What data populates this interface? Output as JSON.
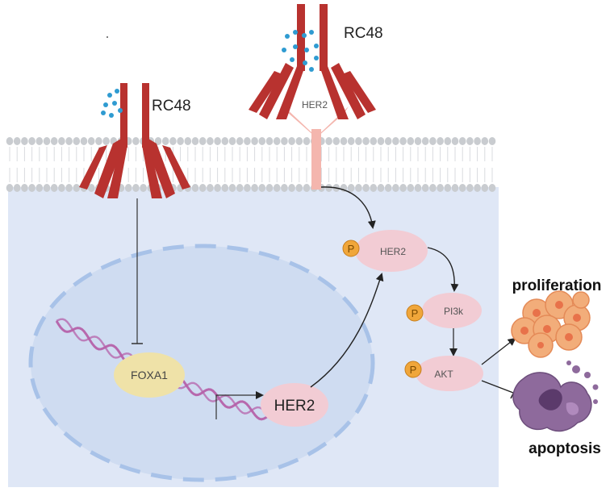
{
  "antibodies": {
    "left_label": "RC48",
    "right_label": "RC48",
    "receptor_label": "HER2"
  },
  "nodes": {
    "foxa1": "FOXA1",
    "her2_gene": "HER2",
    "her2_phospho": "HER2",
    "pi3k": "PI3k",
    "akt": "AKT",
    "phospho_mark": "P"
  },
  "outcomes": {
    "proliferation": "proliferation",
    "apoptosis": "apoptosis"
  },
  "colors": {
    "antibody": "#b8322f",
    "receptor": "#f4b6ae",
    "drug_dot": "#2f9bd1",
    "membrane_bead": "#c9ccd0",
    "cytoplasm": "#dfe7f6",
    "nucleus": "#cfdcf1",
    "nucleus_border": "#a8c2e8",
    "node_fill": "#f2ccd4",
    "foxa1_fill": "#efe2a8",
    "phospho_fill": "#f0a63a",
    "dna": "#b561a9",
    "cell_fill": "#f2ad7a",
    "apoptotic_fill": "#8e6a9c"
  }
}
